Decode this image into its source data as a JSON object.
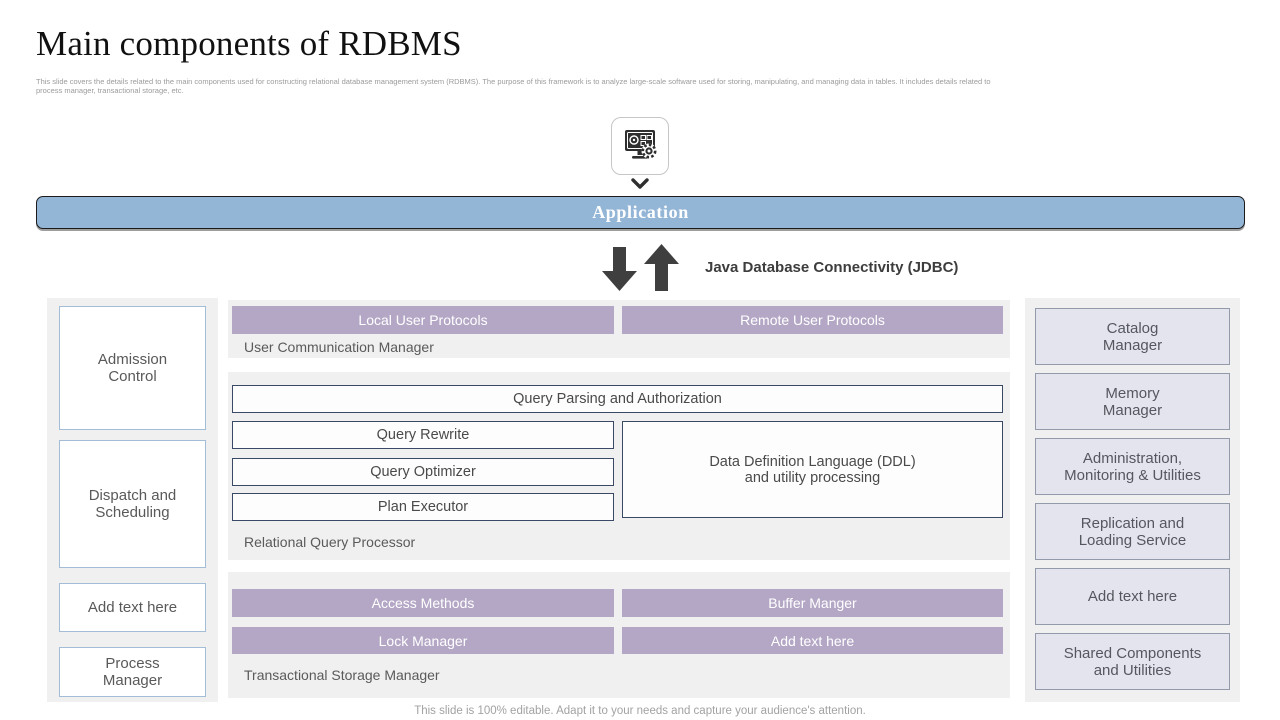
{
  "slide": {
    "title": "Main components of RDBMS",
    "subtitle": "This slide covers the details related to the main components used for constructing relational database management system (RDBMS). The purpose of this framework is to analyze large-scale software used for storing, manipulating, and managing data in tables. It includes details related to process manager, transactional storage, etc.",
    "footer": "This slide is 100% editable. Adapt it to your needs and capture your audience's attention."
  },
  "application": {
    "label": "Application"
  },
  "jdbc": {
    "label": "Java Database Connectivity (JDBC)"
  },
  "icons": {
    "computer_icon": "computer-with-gear-icon",
    "chevron_down": "chevron-down-icon",
    "arrow_down": "block-arrow-down-icon",
    "arrow_up": "block-arrow-up-icon"
  },
  "left_panel": {
    "items": [
      "Admission\nControl",
      "Dispatch and\nScheduling",
      "Add text here",
      "Process\nManager"
    ]
  },
  "user_comm": {
    "bars": [
      "Local User Protocols",
      "Remote User Protocols"
    ],
    "label": "User Communication Manager"
  },
  "query_processor": {
    "top_box": "Query Parsing and Authorization",
    "left_boxes": [
      "Query Rewrite",
      "Query Optimizer",
      "Plan Executor"
    ],
    "right_box": "Data Definition Language (DDL)\nand utility processing",
    "label": "Relational Query Processor"
  },
  "storage_manager": {
    "row1": [
      "Access Methods",
      "Buffer Manger"
    ],
    "row2": [
      "Lock Manager",
      "Add text here"
    ],
    "label": "Transactional Storage Manager"
  },
  "right_panel": {
    "items": [
      "Catalog\nManager",
      "Memory\nManager",
      "Administration,\nMonitoring & Utilities",
      "Replication and\nLoading Service",
      "Add text here",
      "Shared Components\nand Utilities"
    ]
  },
  "colors": {
    "application_blue": "#93b5d6",
    "protocol_purple": "#b4a7c6",
    "panel_gray": "#f0f0f0",
    "lavender_box": "#e4e4ee",
    "navy_border": "#3a4a66",
    "arrow_gray": "#3f3f3f"
  }
}
